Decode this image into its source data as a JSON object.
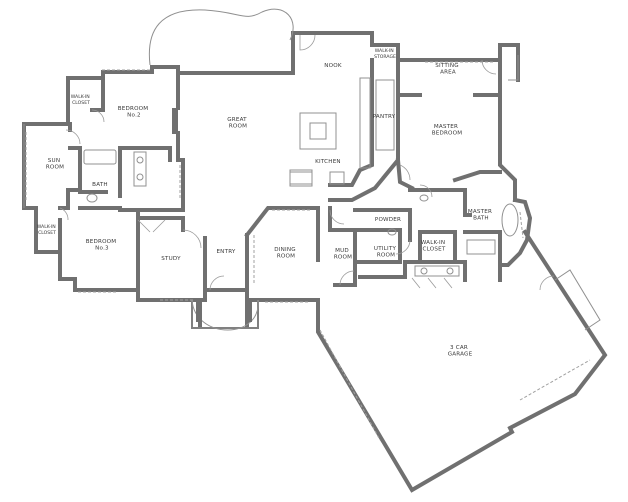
{
  "rooms": {
    "nook": "NOOK",
    "walk_in_storage": [
      "WALK-IN",
      "STORAGE"
    ],
    "sitting_area": [
      "SITTING",
      "AREA"
    ],
    "walk_in_closet_top": [
      "WALK-IN",
      "CLOSET"
    ],
    "bedroom_2": [
      "BEDROOM",
      "No.2"
    ],
    "great_room": [
      "GREAT",
      "ROOM"
    ],
    "pantry": "PANTRY",
    "master_bedroom": [
      "MASTER",
      "BEDROOM"
    ],
    "sun_room": [
      "SUN",
      "ROOM"
    ],
    "kitchen": "KITCHEN",
    "bath": "BATH",
    "powder": "POWDER",
    "master_bath": [
      "MASTER",
      "BATH"
    ],
    "walk_in_closet_left": [
      "WALK-IN",
      "CLOSET"
    ],
    "bedroom_3": [
      "BEDROOM",
      "No.3"
    ],
    "walk_in_closet_master": [
      "WALK-IN",
      "CLOSET"
    ],
    "study": "STUDY",
    "entry": "ENTRY",
    "dining_room": [
      "DINING",
      "ROOM"
    ],
    "mud_room": [
      "MUD",
      "ROOM"
    ],
    "utility_room": [
      "UTILITY",
      "ROOM"
    ],
    "garage": [
      "3 CAR",
      "GARAGE"
    ]
  }
}
